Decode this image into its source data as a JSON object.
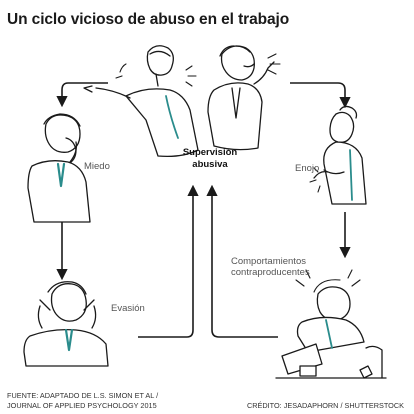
{
  "title": "Un ciclo vicioso de abuso en el trabajo",
  "center": {
    "line1": "Supervisión",
    "line2": "abusiva"
  },
  "labels": {
    "miedo": "Miedo",
    "enojo": "Enojo",
    "evasion": "Evasión",
    "comportamientos_line1": "Comportamientos",
    "comportamientos_line2": "contraproducentes"
  },
  "footer": {
    "fuente_line1": "FUENTE: ADAPTADO DE L.S. SIMON ET AL /",
    "fuente_line2": "JOURNAL OF APPLIED PSYCHOLOGY 2015",
    "credito": "CRÉDITO: JESADAPHORN / SHUTTERSTOCK"
  },
  "colors": {
    "accent": "#2a8c8c",
    "ink": "#1a1a1a",
    "label": "#555555"
  },
  "icons": [
    "cycle-arrow-icon",
    "line-art-figure"
  ]
}
